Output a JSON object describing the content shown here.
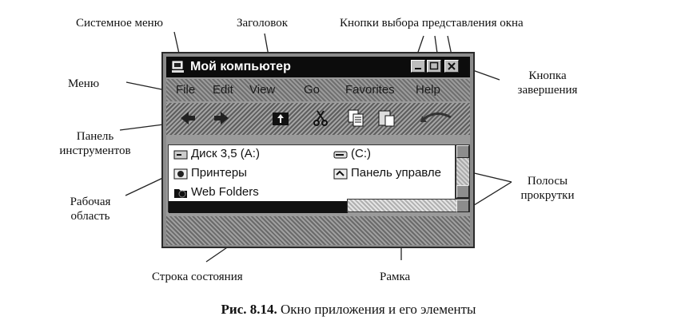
{
  "figure": {
    "caption_number": "Рис. 8.14.",
    "caption_text": "Окно приложения и его элементы"
  },
  "labels": {
    "system_menu": "Системное меню",
    "title": "Заголовок",
    "view_buttons": "Кнопки выбора представления окна",
    "menu": "Меню",
    "close_button_line1": "Кнопка",
    "close_button_line2": "завершения",
    "toolbar_line1": "Панель",
    "toolbar_line2": "инструментов",
    "work_area_line1": "Рабочая",
    "work_area_line2": "область",
    "scrollbars_line1": "Полосы",
    "scrollbars_line2": "прокрутки",
    "status_bar": "Строка состояния",
    "frame": "Рамка"
  },
  "window": {
    "title": "Мой компьютер",
    "menu": [
      "File",
      "Edit",
      "View",
      "Go",
      "Favorites",
      "Help"
    ],
    "items": [
      {
        "label": "Диск 3,5 (A:)",
        "icon": "floppy-drive-icon"
      },
      {
        "label": "(C:)",
        "icon": "hard-drive-icon"
      },
      {
        "label": "Принтеры",
        "icon": "printers-folder-icon"
      },
      {
        "label": "Панель управле",
        "icon": "control-panel-icon"
      },
      {
        "label": "Web Folders",
        "icon": "web-folders-icon"
      }
    ]
  }
}
